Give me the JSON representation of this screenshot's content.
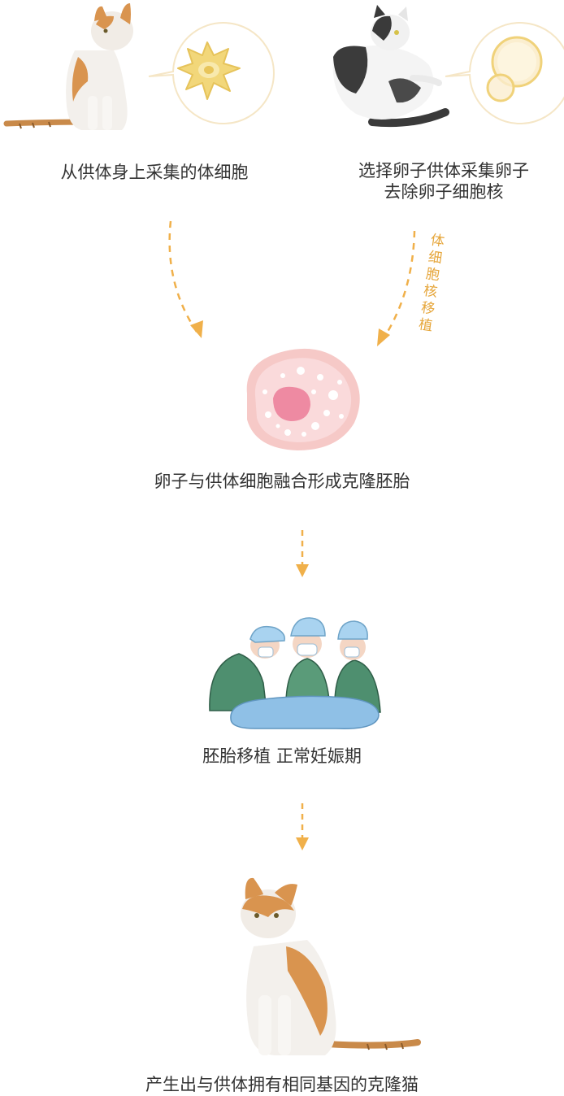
{
  "steps": {
    "donor_cell_label": "从供体身上采集的体细胞",
    "egg_label_line1": "选择卵子供体采集卵子",
    "egg_label_line2": "去除卵子细胞核",
    "transfer_label": [
      "体",
      "细",
      "胞",
      "核",
      "移",
      "植"
    ],
    "fusion_label": "卵子与供体细胞融合形成克隆胚胎",
    "implant_label": "胚胎移植 正常妊娠期",
    "result_label": "产生出与供体拥有相同基因的克隆猫"
  },
  "colors": {
    "arrow": "#f0b04a",
    "cell_outer": "#f6c9c7",
    "cell_inner": "#fadadb",
    "nucleus": "#ee8aa2",
    "bubble_stroke": "#f5e6c6",
    "somatic_cell": "#f2d77a",
    "surgeon_gown": "#4e8f6f",
    "surgeon_cap": "#a9d3f0",
    "drape": "#8fc0e6"
  },
  "icons": {
    "donor_cat": "orange-white-cat",
    "egg_donor_cat": "grey-white-cat",
    "somatic_cell": "somatic-cell-icon",
    "egg_cell": "egg-cell-icon",
    "embryo": "embryo-cell-icon",
    "surgeons": "surgeons-icon",
    "clone_cat": "clone-cat"
  }
}
